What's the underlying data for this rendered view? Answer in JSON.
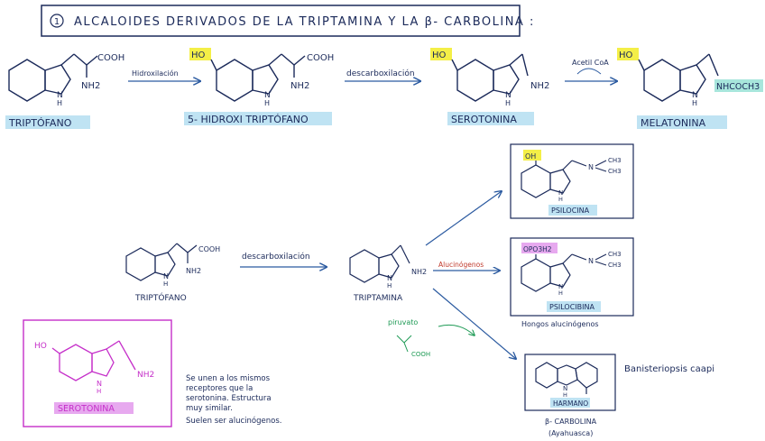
{
  "title": "ALCALOIDES DERIVADOS DE LA TRIPTAMINA Y LA β- CARBOLINA :",
  "title_number": "1",
  "colors": {
    "ink": "#1b2a5a",
    "highlight_yellow": "#f4ef47",
    "highlight_blue": "#bfe3f3",
    "highlight_teal": "#a8e6dc",
    "highlight_lilac": "#e7a9ef",
    "magenta": "#c52fc9",
    "red_annotation": "#c0392b",
    "green_annotation": "#1e9a55",
    "arrow_blue": "#2b5aa0"
  },
  "top_row": {
    "tryptophan": {
      "name": "TRIPTÓFANO",
      "cooh": "COOH",
      "nh2": "NH2",
      "nh": "N",
      "h": "H"
    },
    "step1": "Hidroxilación",
    "hydroxy": {
      "name": "5- HIDROXI TRIPTÓFANO",
      "ho": "HO",
      "cooh": "COOH",
      "nh2": "NH2",
      "nh": "N",
      "h": "H"
    },
    "step2": "descarboxilación",
    "serotonin": {
      "name": "SEROTONINA",
      "ho": "HO",
      "nh2": "NH2",
      "nh": "N",
      "h": "H"
    },
    "step3": "Acetil CoA",
    "melatonin": {
      "name": "MELATONINA",
      "ho": "HO",
      "nhcoch3": "NHCOCH3",
      "nh": "N",
      "h": "H"
    }
  },
  "middle": {
    "tryptophan": {
      "name": "TRIPTÓFANO",
      "cooh": "COOH",
      "nh2": "NH2",
      "nh": "N",
      "h": "H"
    },
    "step": "descarboxilación",
    "tryptamine": {
      "name": "TRIPTAMINA",
      "nh2": "NH2",
      "nh": "N",
      "h": "H"
    },
    "alucinogenos": "Alucinógenos",
    "pyruvate": {
      "label": "piruvato",
      "cooh": "COOH"
    }
  },
  "psilocina": {
    "name": "PSILOCINA",
    "oh": "OH",
    "n": "N",
    "ch3a": "CH3",
    "ch3b": "CH3",
    "nh": "N",
    "h": "H"
  },
  "psilocibina": {
    "name": "PSILOCIBINA",
    "opo3h2": "OPO3H2",
    "n": "N",
    "ch3a": "CH3",
    "ch3b": "CH3",
    "nh": "N",
    "h": "H",
    "caption": "Hongos alucinógenos"
  },
  "harmano": {
    "name": "HARMANO",
    "nh": "N",
    "h": "H",
    "caption1": "β- CARBOLINA",
    "caption2": "(Ayahuasca)",
    "plant": "Banisteriopsis caapi"
  },
  "serotonin_box": {
    "name": "SEROTONINA",
    "ho": "HO",
    "nh2": "NH2",
    "nh": "N",
    "h": "H"
  },
  "note": [
    "Se unen a los mismos",
    "receptores que la",
    "serotonina. Estructura",
    "muy similar.",
    "Suelen ser alucinógenos."
  ]
}
